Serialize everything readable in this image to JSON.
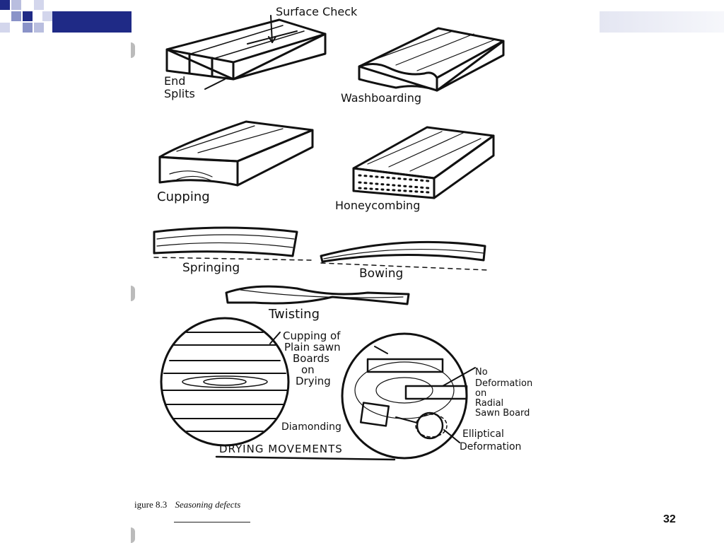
{
  "slide": {
    "page_number": "32",
    "accent_color": "#1f2a86",
    "accent_light_color": "#8a93c8"
  },
  "figure": {
    "labels": {
      "surface_check": "Surface Check",
      "end_splits_1": "End",
      "end_splits_2": "Splits",
      "washboarding": "Washboarding",
      "cupping": "Cupping",
      "honeycombing": "Honeycombing",
      "springing": "Springing",
      "bowing": "Bowing",
      "twisting": "Twisting",
      "cupping_plain_1": "Cupping of",
      "cupping_plain_2": "Plain sawn",
      "cupping_plain_3": "Boards",
      "cupping_plain_4": "on",
      "cupping_plain_5": "Drying",
      "no_deformation_1": "No",
      "no_deformation_2": "Deformation",
      "no_deformation_3": "on",
      "no_deformation_4": "Radial",
      "no_deformation_5": "Sawn Board",
      "diamonding": "Diamonding",
      "elliptical_1": "Elliptical",
      "elliptical_2": "Deformation",
      "drying_movements": "DRYING MOVEMENTS"
    },
    "caption": {
      "prefix": "igure 8.3",
      "title": "Seasoning defects"
    }
  }
}
